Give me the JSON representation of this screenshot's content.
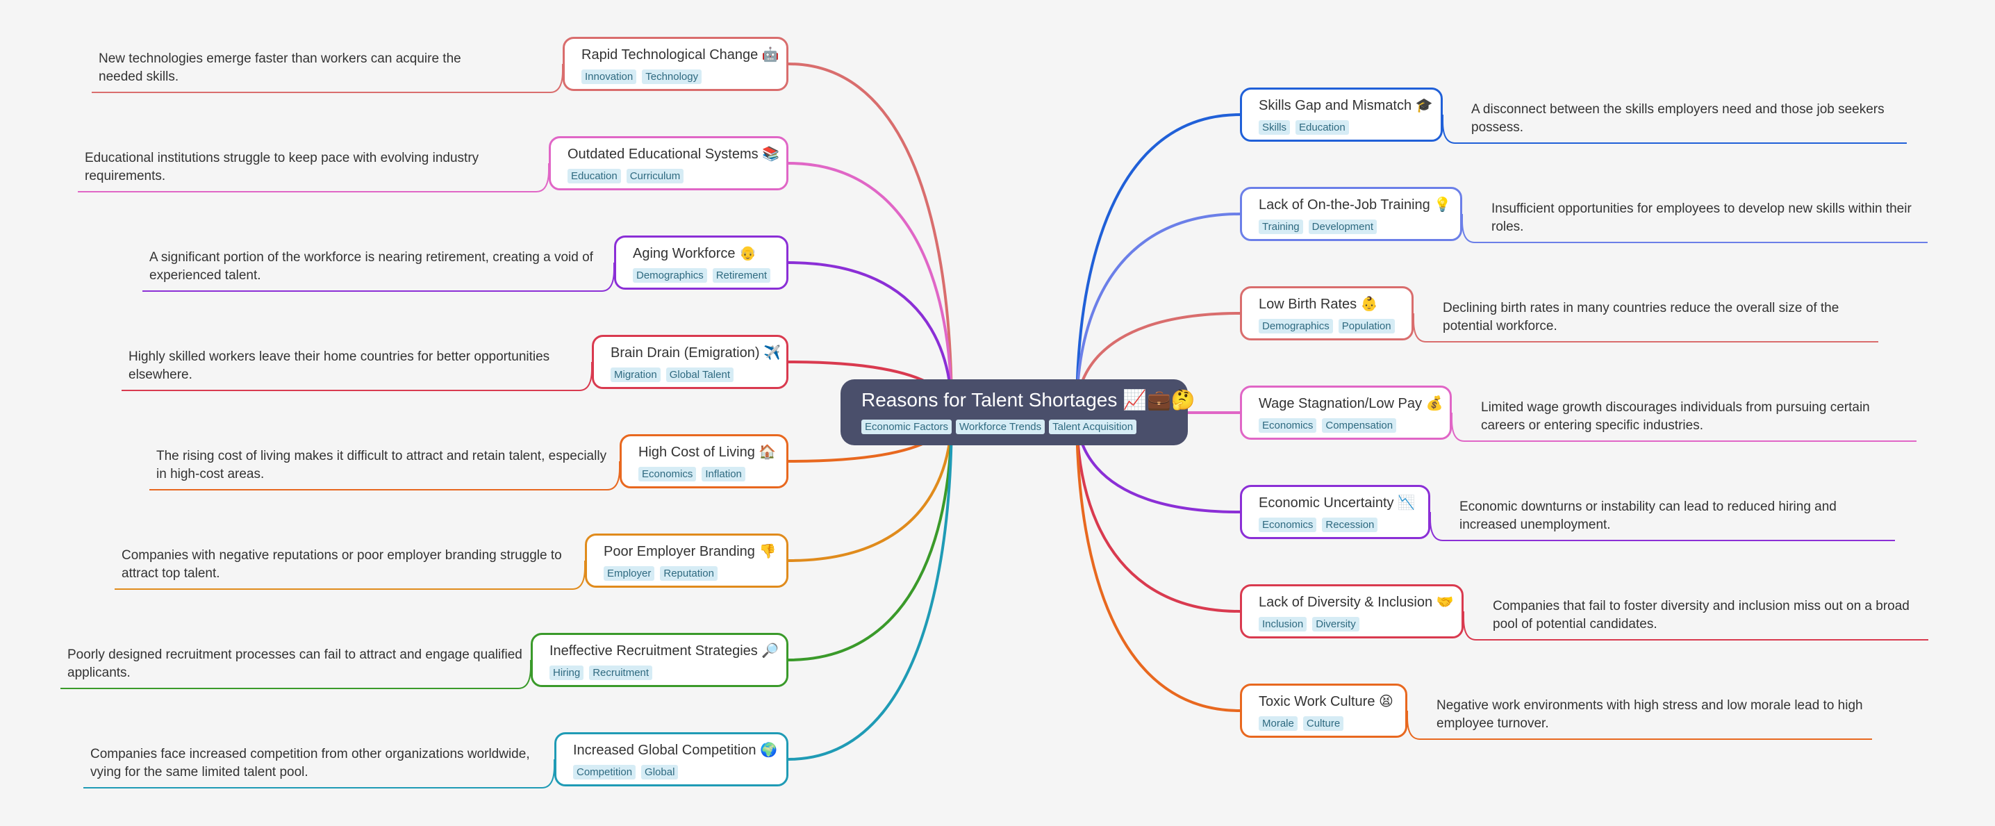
{
  "root": {
    "title": "Reasons for Talent Shortages 📈💼🤔",
    "tags": [
      "Economic Factors",
      "Workforce Trends",
      "Talent Acquisition"
    ]
  },
  "left": [
    {
      "title": "Rapid Technological Change 🤖",
      "tags": [
        "Innovation",
        "Technology"
      ],
      "desc": "New technologies emerge faster than workers can acquire the needed skills.",
      "color": "#d96d6d"
    },
    {
      "title": "Outdated Educational Systems 📚",
      "tags": [
        "Education",
        "Curriculum"
      ],
      "desc": "Educational institutions struggle to keep pace with evolving industry requirements.",
      "color": "#e066c6"
    },
    {
      "title": "Aging Workforce 👴",
      "tags": [
        "Demographics",
        "Retirement"
      ],
      "desc": "A significant portion of the workforce is nearing retirement, creating a void of experienced talent.",
      "color": "#8b2fd6"
    },
    {
      "title": "Brain Drain (Emigration) ✈️",
      "tags": [
        "Migration",
        "Global Talent"
      ],
      "desc": "Highly skilled workers leave their home countries for better opportunities elsewhere.",
      "color": "#d93a4f"
    },
    {
      "title": "High Cost of Living 🏠",
      "tags": [
        "Economics",
        "Inflation"
      ],
      "desc": "The rising cost of living makes it difficult to attract and retain talent, especially in high-cost areas.",
      "color": "#e8681f"
    },
    {
      "title": "Poor Employer Branding 👎",
      "tags": [
        "Employer",
        "Reputation"
      ],
      "desc": "Companies with negative reputations or poor employer branding struggle to attract top talent.",
      "color": "#e08b1c"
    },
    {
      "title": "Ineffective Recruitment Strategies 🔎",
      "tags": [
        "Hiring",
        "Recruitment"
      ],
      "desc": "Poorly designed recruitment processes can fail to attract and engage qualified applicants.",
      "color": "#3a9a2a"
    },
    {
      "title": "Increased Global Competition 🌍",
      "tags": [
        "Competition",
        "Global"
      ],
      "desc": "Companies face increased competition from other organizations worldwide, vying for the same limited talent pool.",
      "color": "#1f9bb5"
    }
  ],
  "right": [
    {
      "title": "Skills Gap and Mismatch 🎓",
      "tags": [
        "Skills",
        "Education"
      ],
      "desc": "A disconnect between the skills employers need and those job seekers possess.",
      "color": "#2060d8"
    },
    {
      "title": "Lack of On-the-Job Training 💡",
      "tags": [
        "Training",
        "Development"
      ],
      "desc": "Insufficient opportunities for employees to develop new skills within their roles.",
      "color": "#6b7fe8"
    },
    {
      "title": "Low Birth Rates 👶",
      "tags": [
        "Demographics",
        "Population"
      ],
      "desc": "Declining birth rates in many countries reduce the overall size of the potential workforce.",
      "color": "#d96d6d"
    },
    {
      "title": "Wage Stagnation/Low Pay 💰",
      "tags": [
        "Economics",
        "Compensation"
      ],
      "desc": "Limited wage growth discourages individuals from pursuing certain careers or entering specific industries.",
      "color": "#e066c6"
    },
    {
      "title": "Economic Uncertainty 📉",
      "tags": [
        "Economics",
        "Recession"
      ],
      "desc": "Economic downturns or instability can lead to reduced hiring and increased unemployment.",
      "color": "#8b2fd6"
    },
    {
      "title": "Lack of Diversity & Inclusion 🤝",
      "tags": [
        "Inclusion",
        "Diversity"
      ],
      "desc": "Companies that fail to foster diversity and inclusion miss out on a broad pool of potential candidates.",
      "color": "#d93a4f"
    },
    {
      "title": "Toxic Work Culture 😫",
      "tags": [
        "Morale",
        "Culture"
      ],
      "desc": "Negative work environments with high stress and low morale lead to high employee turnover.",
      "color": "#e8681f"
    }
  ]
}
